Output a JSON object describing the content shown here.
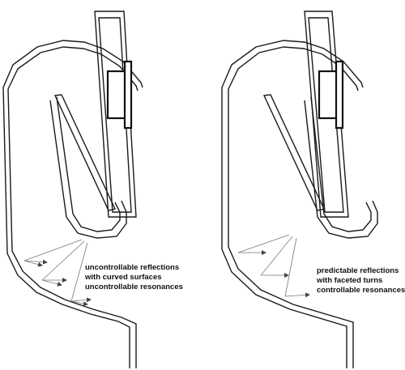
{
  "panels": [
    {
      "id": "curved",
      "caption": [
        "uncontrollable  reflections",
        "with curved surfaces",
        "uncontrollable resonances"
      ]
    },
    {
      "id": "faceted",
      "caption": [
        "predictable reflections",
        "with faceted turns",
        "controllable resonances"
      ]
    }
  ]
}
